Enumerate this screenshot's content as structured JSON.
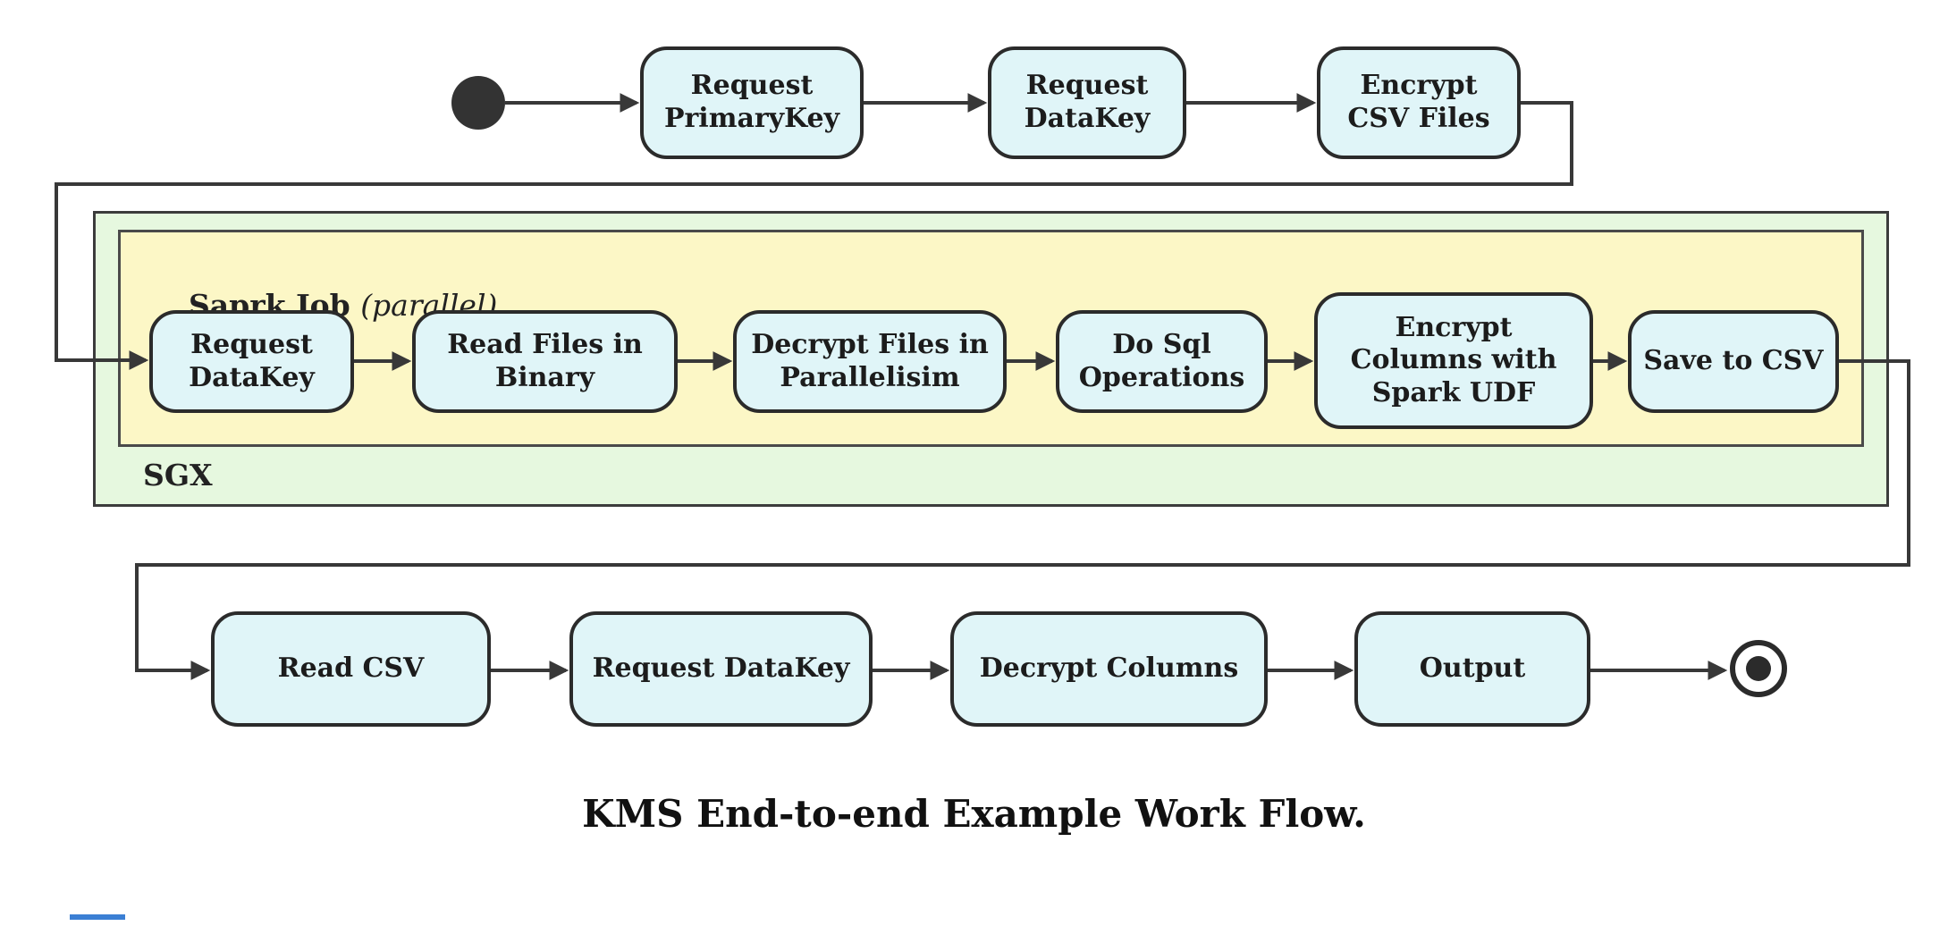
{
  "caption": "KMS End-to-end Example Work Flow.",
  "colors": {
    "node_fill": "#e0f5f8",
    "node_border": "#2b2b2b",
    "spark_container_fill": "#fcf7c6",
    "sgx_container_fill": "#e6f8df",
    "arrow": "#383838",
    "start_end_node": "#333333"
  },
  "containers": {
    "spark_job": {
      "label": "Saprk Job ",
      "qualifier": "(parallel)"
    },
    "sgx": {
      "label": "SGX"
    }
  },
  "top_row": [
    {
      "label": "Request\nPrimaryKey"
    },
    {
      "label": "Request\nDataKey"
    },
    {
      "label": "Encrypt\nCSV Files"
    }
  ],
  "spark_row": [
    {
      "label": "Request\nDataKey"
    },
    {
      "label": "Read Files in\nBinary"
    },
    {
      "label": "Decrypt Files in\nParallelisim"
    },
    {
      "label": "Do Sql\nOperations"
    },
    {
      "label": "Encrypt\nColumns with\nSpark UDF"
    },
    {
      "label": "Save to CSV"
    }
  ],
  "bottom_row": [
    {
      "label": "Read CSV"
    },
    {
      "label": "Request DataKey"
    },
    {
      "label": "Decrypt Columns"
    },
    {
      "label": "Output"
    }
  ]
}
